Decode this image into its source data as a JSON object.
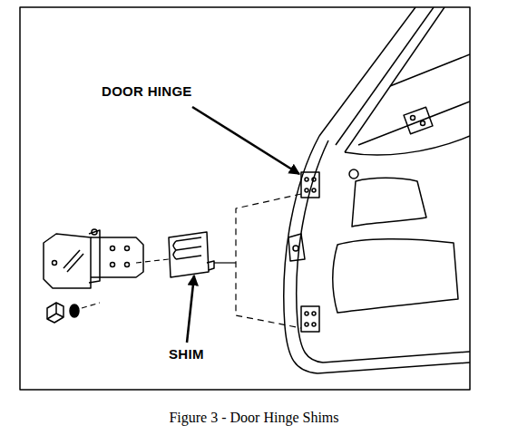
{
  "diagram": {
    "caption": "Figure 3 - Door Hinge Shims",
    "labels": [
      "DOOR HINGE",
      "SHIM"
    ]
  }
}
